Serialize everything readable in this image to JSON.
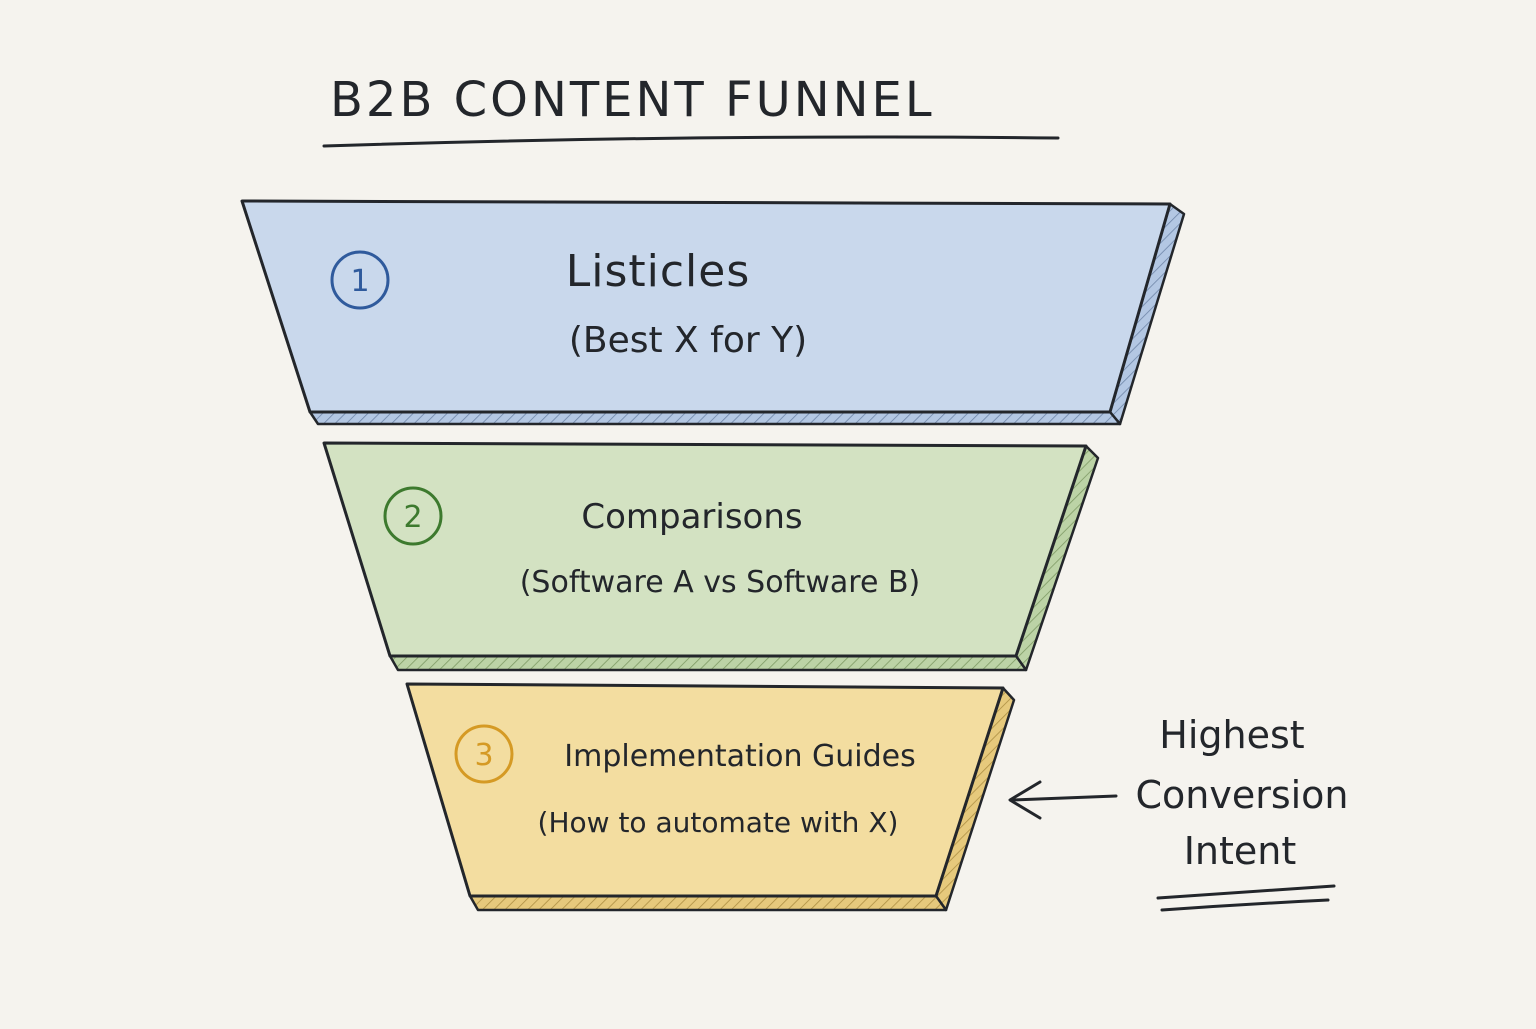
{
  "diagram": {
    "title": "B2B CONTENT FUNNEL",
    "stages": [
      {
        "number": "1",
        "title": "Listicles",
        "subtitle": "(Best X for Y)",
        "fill_color": "#c9d8ec",
        "number_color": "#2f5a9c",
        "edge_color": "#b3c7e3"
      },
      {
        "number": "2",
        "title": "Comparisons",
        "subtitle": "(Software A vs Software B)",
        "fill_color": "#d3e2c2",
        "number_color": "#3d7a2e",
        "edge_color": "#bcd3a6"
      },
      {
        "number": "3",
        "title": "Implementation Guides",
        "subtitle": "(How to automate with X)",
        "fill_color": "#f3dda0",
        "number_color": "#d59a24",
        "edge_color": "#e6c97c"
      }
    ],
    "annotation": {
      "lines": [
        "Highest",
        "Conversion",
        "Intent"
      ],
      "target_stage": "3",
      "icon": "arrow-left-icon"
    },
    "ink_color": "#23262b"
  }
}
